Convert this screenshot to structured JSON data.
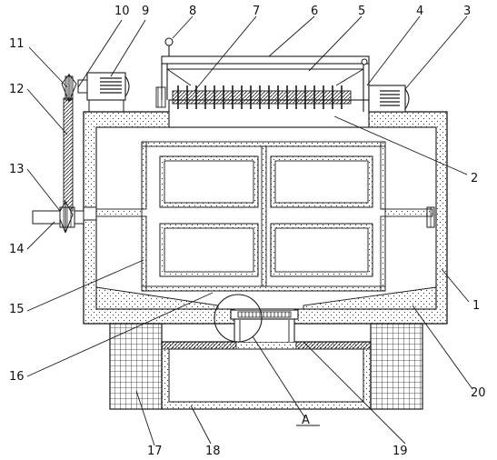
{
  "diagram": {
    "labels": {
      "l1": "1",
      "l2": "2",
      "l3": "3",
      "l4": "4",
      "l5": "5",
      "l6": "6",
      "l7": "7",
      "l8": "8",
      "l9": "9",
      "l10": "10",
      "l11": "11",
      "l12": "12",
      "l13": "13",
      "l14": "14",
      "l15": "15",
      "l16": "16",
      "l17": "17",
      "l18": "18",
      "l19": "19",
      "l20": "20",
      "detail": "A"
    },
    "colors": {
      "line": "#1a1a1a",
      "background": "#ffffff"
    }
  }
}
